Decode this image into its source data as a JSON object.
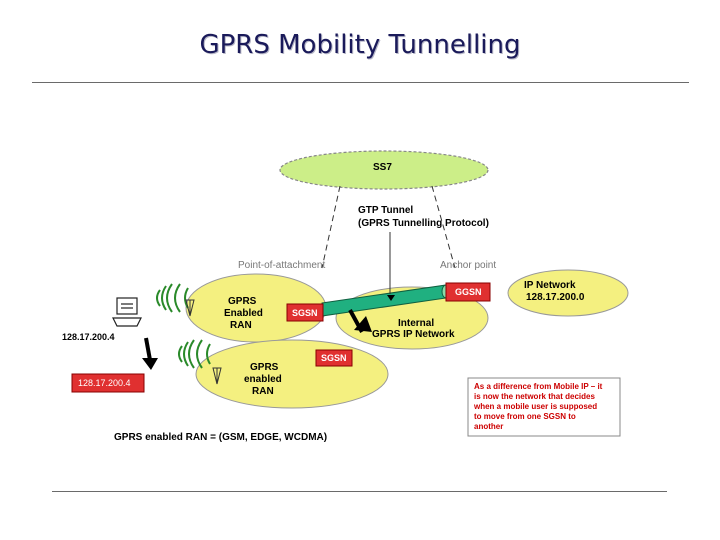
{
  "title": "GPRS Mobility Tunnelling",
  "diagram": {
    "ss7": "SS7",
    "gtp_tunnel_line1": "GTP Tunnel",
    "gtp_tunnel_line2": "(GPRS Tunnelling Protocol)",
    "point_of_attachment": "Point-of-attachment",
    "anchor_point": "Anchor point",
    "ran1_line1": "GPRS",
    "ran1_line2": "Enabled",
    "ran1_line3": "RAN",
    "ran2_line1": "GPRS",
    "ran2_line2": "enabled",
    "ran2_line3": "RAN",
    "sgsn1": "SGSN",
    "sgsn2": "SGSN",
    "ggsn": "GGSN",
    "internal_line1": "Internal",
    "internal_line2": "GPRS IP Network",
    "ip_network": "IP Network",
    "ip_network_addr": "128.17.200.0",
    "host_addr": "128.17.200.4",
    "moved_addr": "128.17.200.4",
    "note_line1": "As a difference from Mobile IP – it",
    "note_line2": "is now  the network that decides",
    "note_line3": "when a mobile user is supposed",
    "note_line4": "to move from one SGSN to",
    "note_line5": "another",
    "footer": "GPRS enabled RAN = (GSM, EDGE, WCDMA)"
  },
  "colors": {
    "ss7_fill": "#ccee88",
    "ran_fill": "#f4f080",
    "internal_fill": "#f4f080",
    "ip_fill": "#f4f080",
    "tunnel": "#20b080",
    "node_red": "#e03030",
    "note_text": "#cc0000"
  }
}
